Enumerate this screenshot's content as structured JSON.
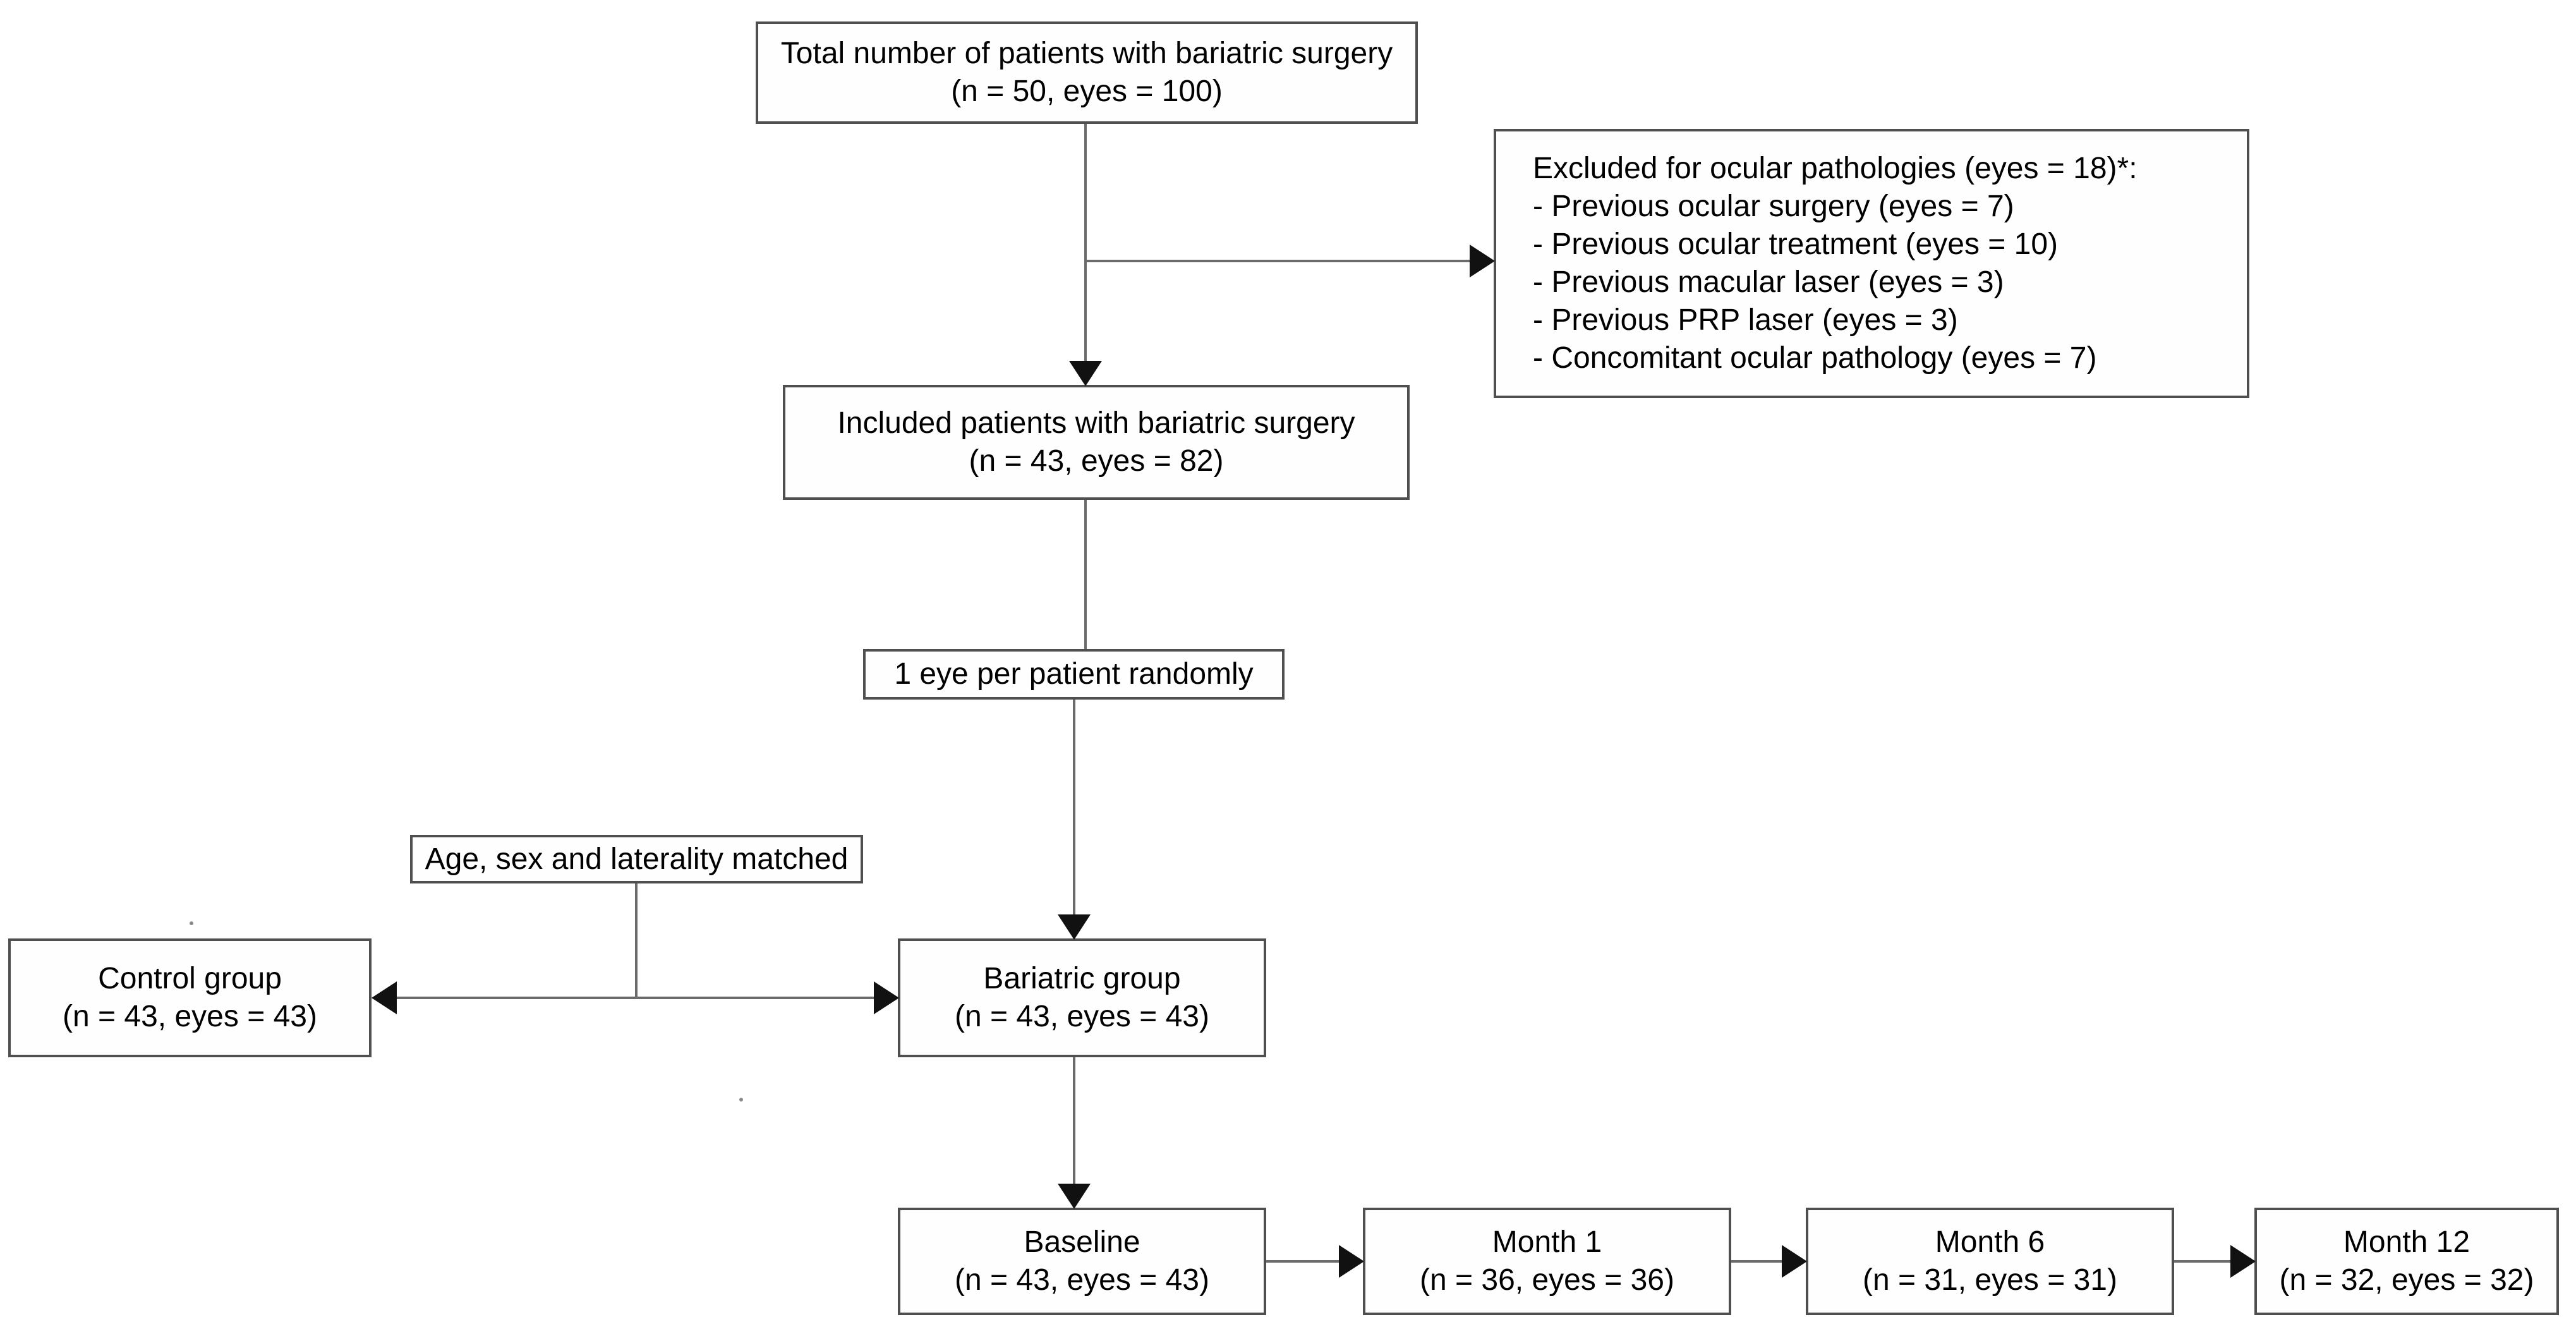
{
  "diagram": {
    "boxes": {
      "total": {
        "line1": "Total number of patients with bariatric surgery",
        "line2": "(n = 50, eyes = 100)"
      },
      "excluded": {
        "title": "Excluded for ocular pathologies (eyes = 18)*:",
        "items": [
          "- Previous ocular surgery (eyes = 7)",
          "- Previous ocular treatment (eyes = 10)",
          "- Previous macular laser (eyes = 3)",
          "- Previous PRP laser (eyes = 3)",
          "- Concomitant ocular pathology (eyes = 7)"
        ]
      },
      "included": {
        "line1": "Included patients with bariatric surgery",
        "line2": "(n = 43, eyes = 82)"
      },
      "one_eye": {
        "line1": "1 eye per patient randomly"
      },
      "matched": {
        "line1": "Age, sex and laterality matched"
      },
      "control": {
        "line1": "Control group",
        "line2": "(n = 43, eyes = 43)"
      },
      "bariatric": {
        "line1": "Bariatric group",
        "line2": "(n = 43, eyes = 43)"
      },
      "baseline": {
        "line1": "Baseline",
        "line2": "(n = 43, eyes = 43)"
      },
      "month1": {
        "line1": "Month 1",
        "line2": "(n = 36, eyes = 36)"
      },
      "month6": {
        "line1": "Month 6",
        "line2": "(n = 31, eyes = 31)"
      },
      "month12": {
        "line1": "Month 12",
        "line2": "(n = 32, eyes = 32)"
      }
    },
    "colors": {
      "box_border": "#4f4f4f",
      "connector_line": "#6b6b6b",
      "arrowhead": "#111111",
      "text": "#000000",
      "background": "#ffffff"
    }
  }
}
